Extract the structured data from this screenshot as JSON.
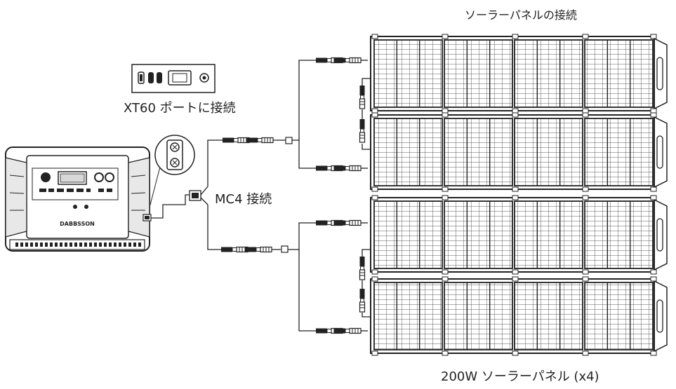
{
  "labels": {
    "solar_connection": "ソーラーパネルの接続",
    "xt60_port": "XT60 ポートに接続",
    "mc4_connection": "MC4 接続",
    "panels_caption": "200W ソーラーパネル (x4)"
  },
  "station": {
    "brand": "DABBSSON"
  },
  "panel_count": 4
}
